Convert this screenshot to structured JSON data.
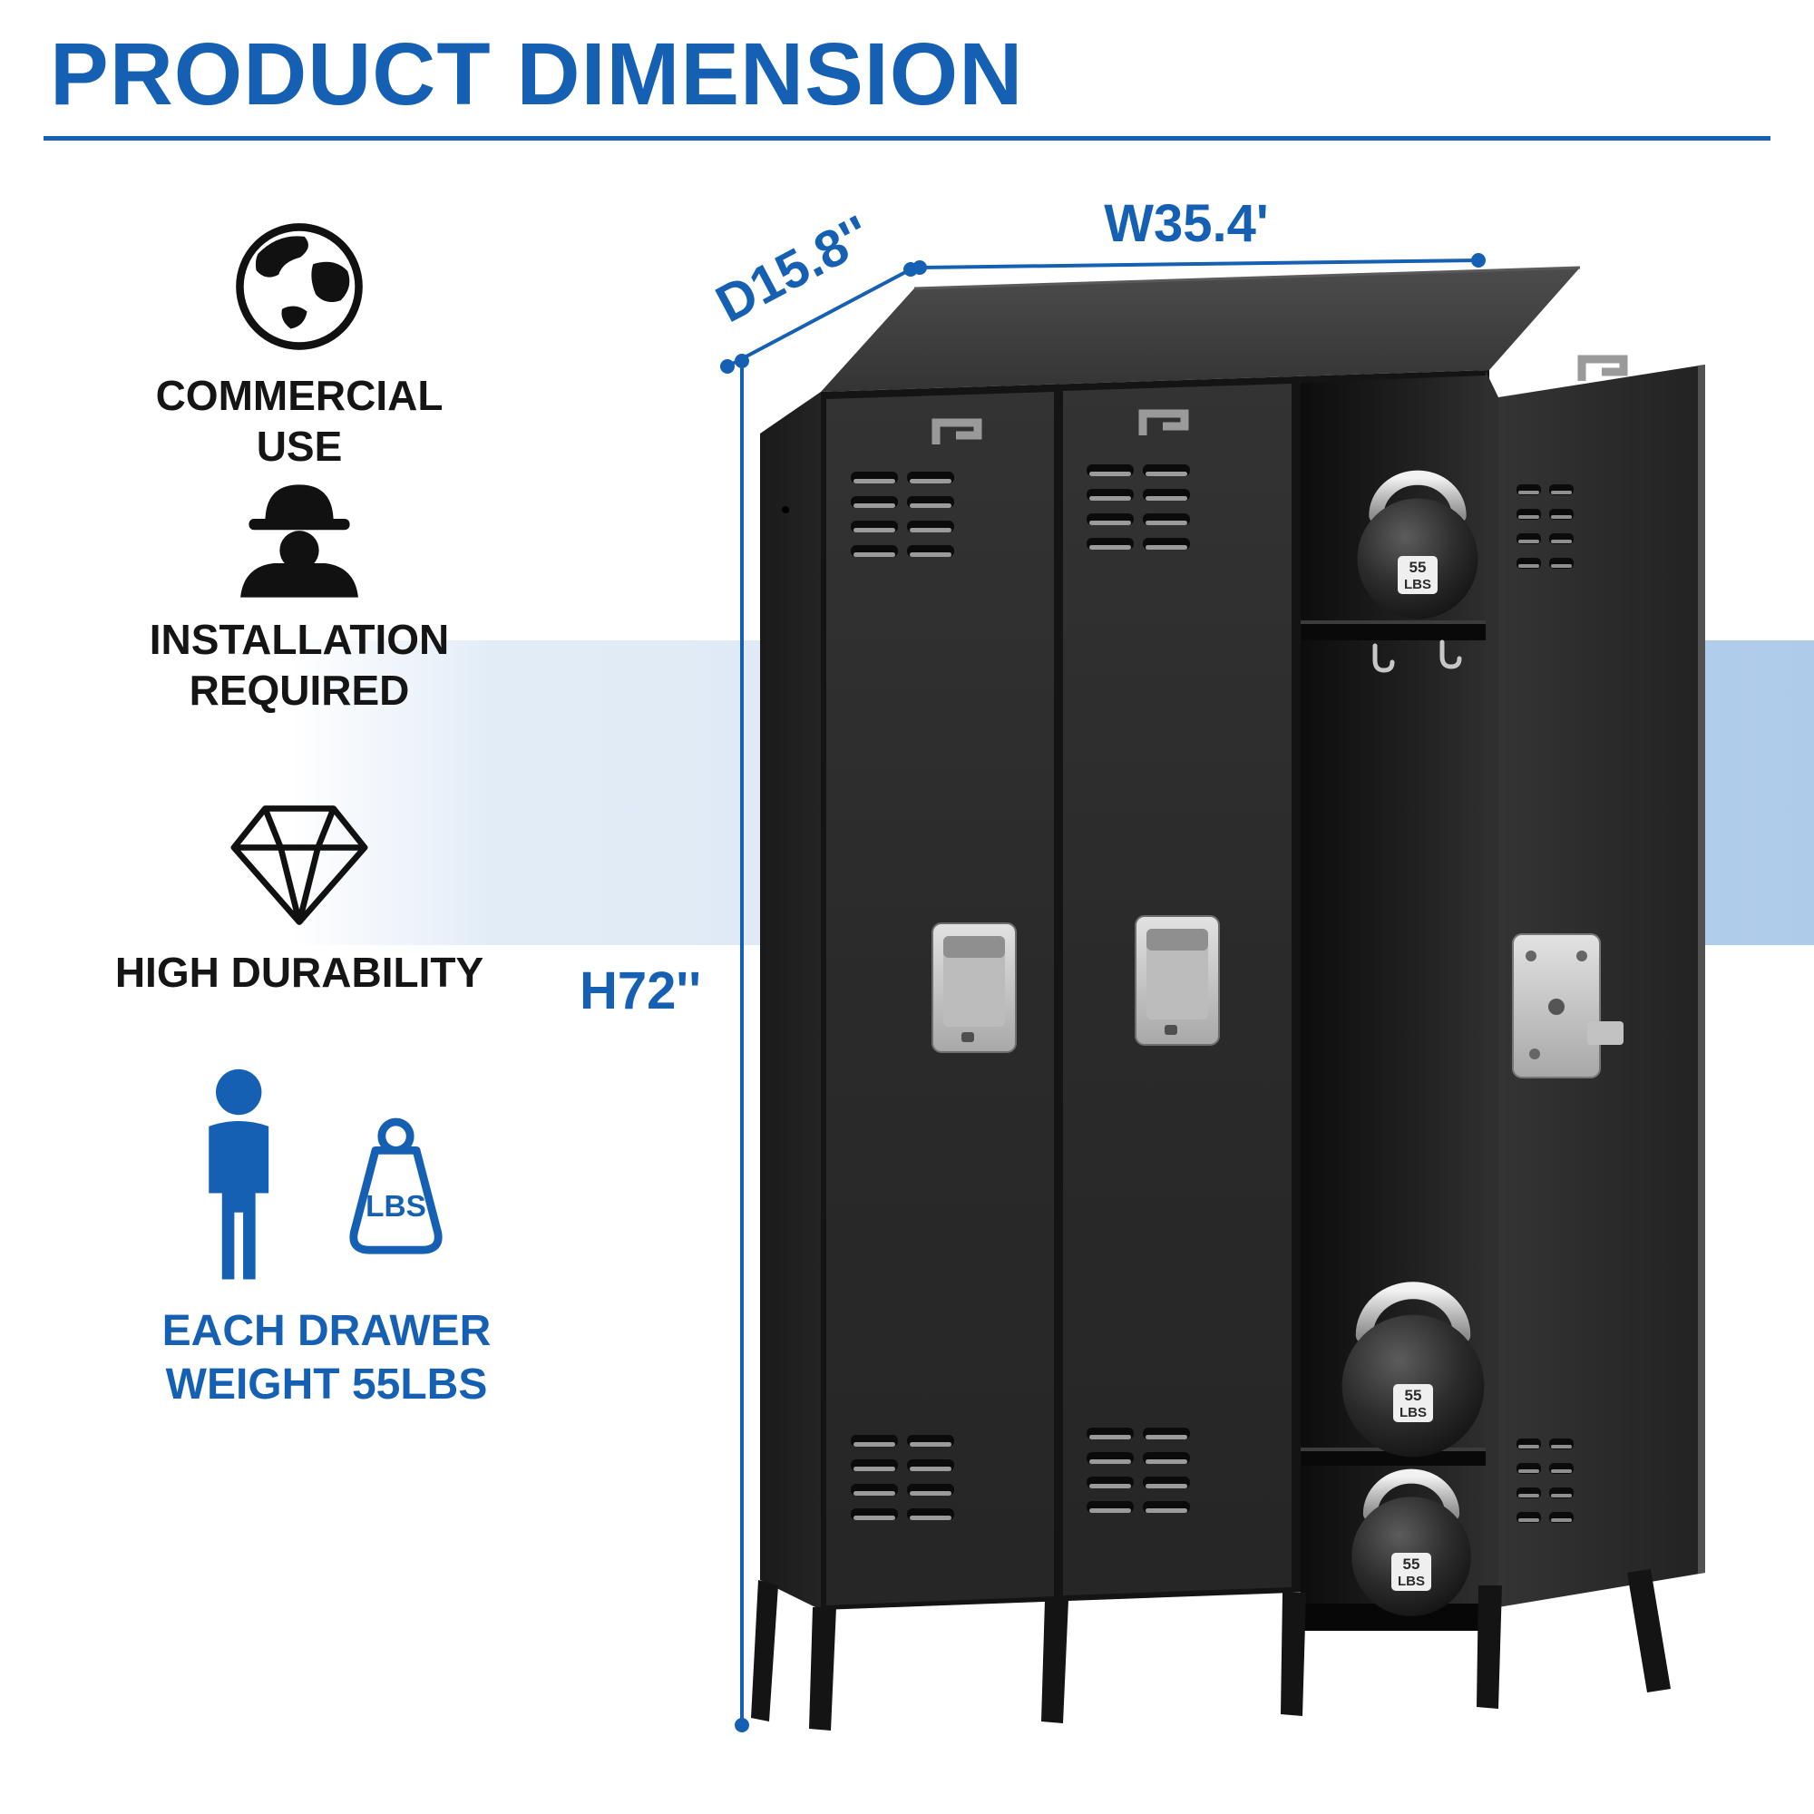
{
  "title": "PRODUCT DIMENSION",
  "colors": {
    "accent": "#1660B4",
    "locker_body": "#262626",
    "band_blue": "#AECBEA"
  },
  "features": [
    {
      "id": "commercial-use",
      "icon": "globe-icon",
      "lines": [
        "COMMERCIAL",
        "USE"
      ]
    },
    {
      "id": "installation-required",
      "icon": "worker-icon",
      "lines": [
        "INSTALLATION",
        "REQUIRED"
      ]
    },
    {
      "id": "high-durability",
      "icon": "diamond-icon",
      "lines": [
        "HIGH DURABILITY"
      ]
    },
    {
      "id": "drawer-weight",
      "icon": "person-weight-icon",
      "weight_badge": "LBS",
      "lines": [
        "EACH DRAWER",
        "WEIGHT 55LBS"
      ]
    }
  ],
  "dimensions": {
    "depth": "D15.8''",
    "width": "W35.4'",
    "height": "H72''"
  },
  "kettlebell_label": {
    "line1": "55",
    "line2": "LBS"
  }
}
